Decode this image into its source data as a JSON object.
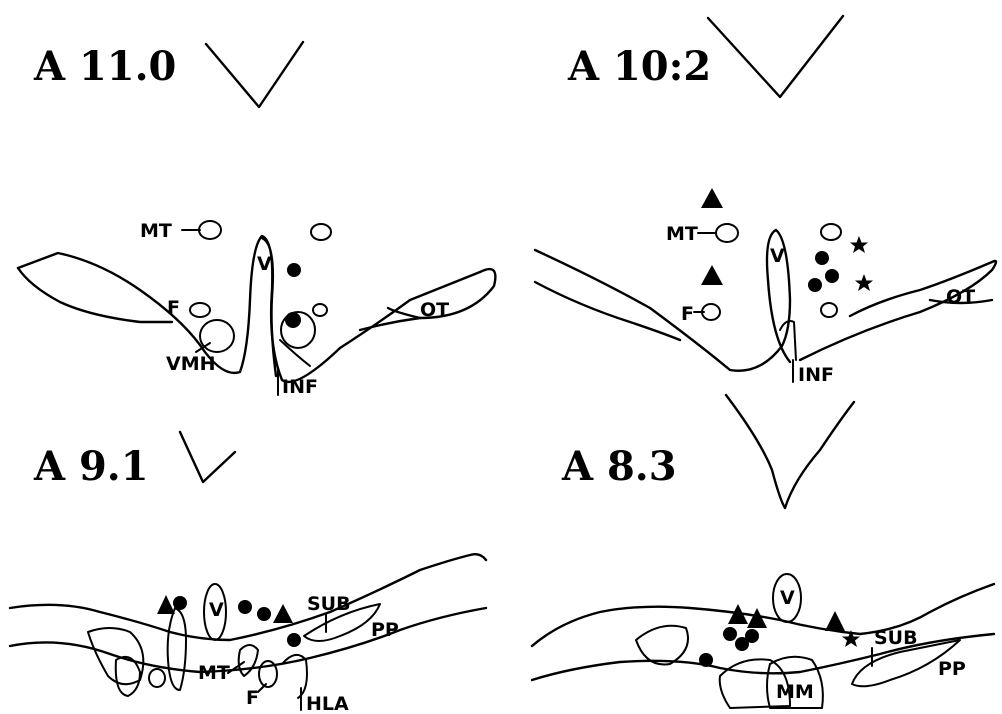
{
  "panels": [
    {
      "id": "a11",
      "title": "A 11.0",
      "labels": {
        "mt": "MT",
        "v": "V",
        "f": "F",
        "ot": "OT",
        "vmh": "VMH",
        "inf": "INF"
      }
    },
    {
      "id": "a102",
      "title": "A 10:2",
      "labels": {
        "mt": "MT",
        "v": "V",
        "f": "F",
        "ot": "OT",
        "inf": "INF"
      }
    },
    {
      "id": "a91",
      "title": "A 9.1",
      "labels": {
        "v": "V",
        "sub": "SUB",
        "pp": "PP",
        "mt": "MT",
        "f": "F",
        "hla": "HLA"
      }
    },
    {
      "id": "a83",
      "title": "A 8.3",
      "labels": {
        "v": "V",
        "sub": "SUB",
        "pp": "PP",
        "mm": "MM"
      }
    }
  ],
  "marker_legend": {
    "circle": "filled-circle",
    "triangle": "filled-triangle",
    "star": "filled-star"
  }
}
